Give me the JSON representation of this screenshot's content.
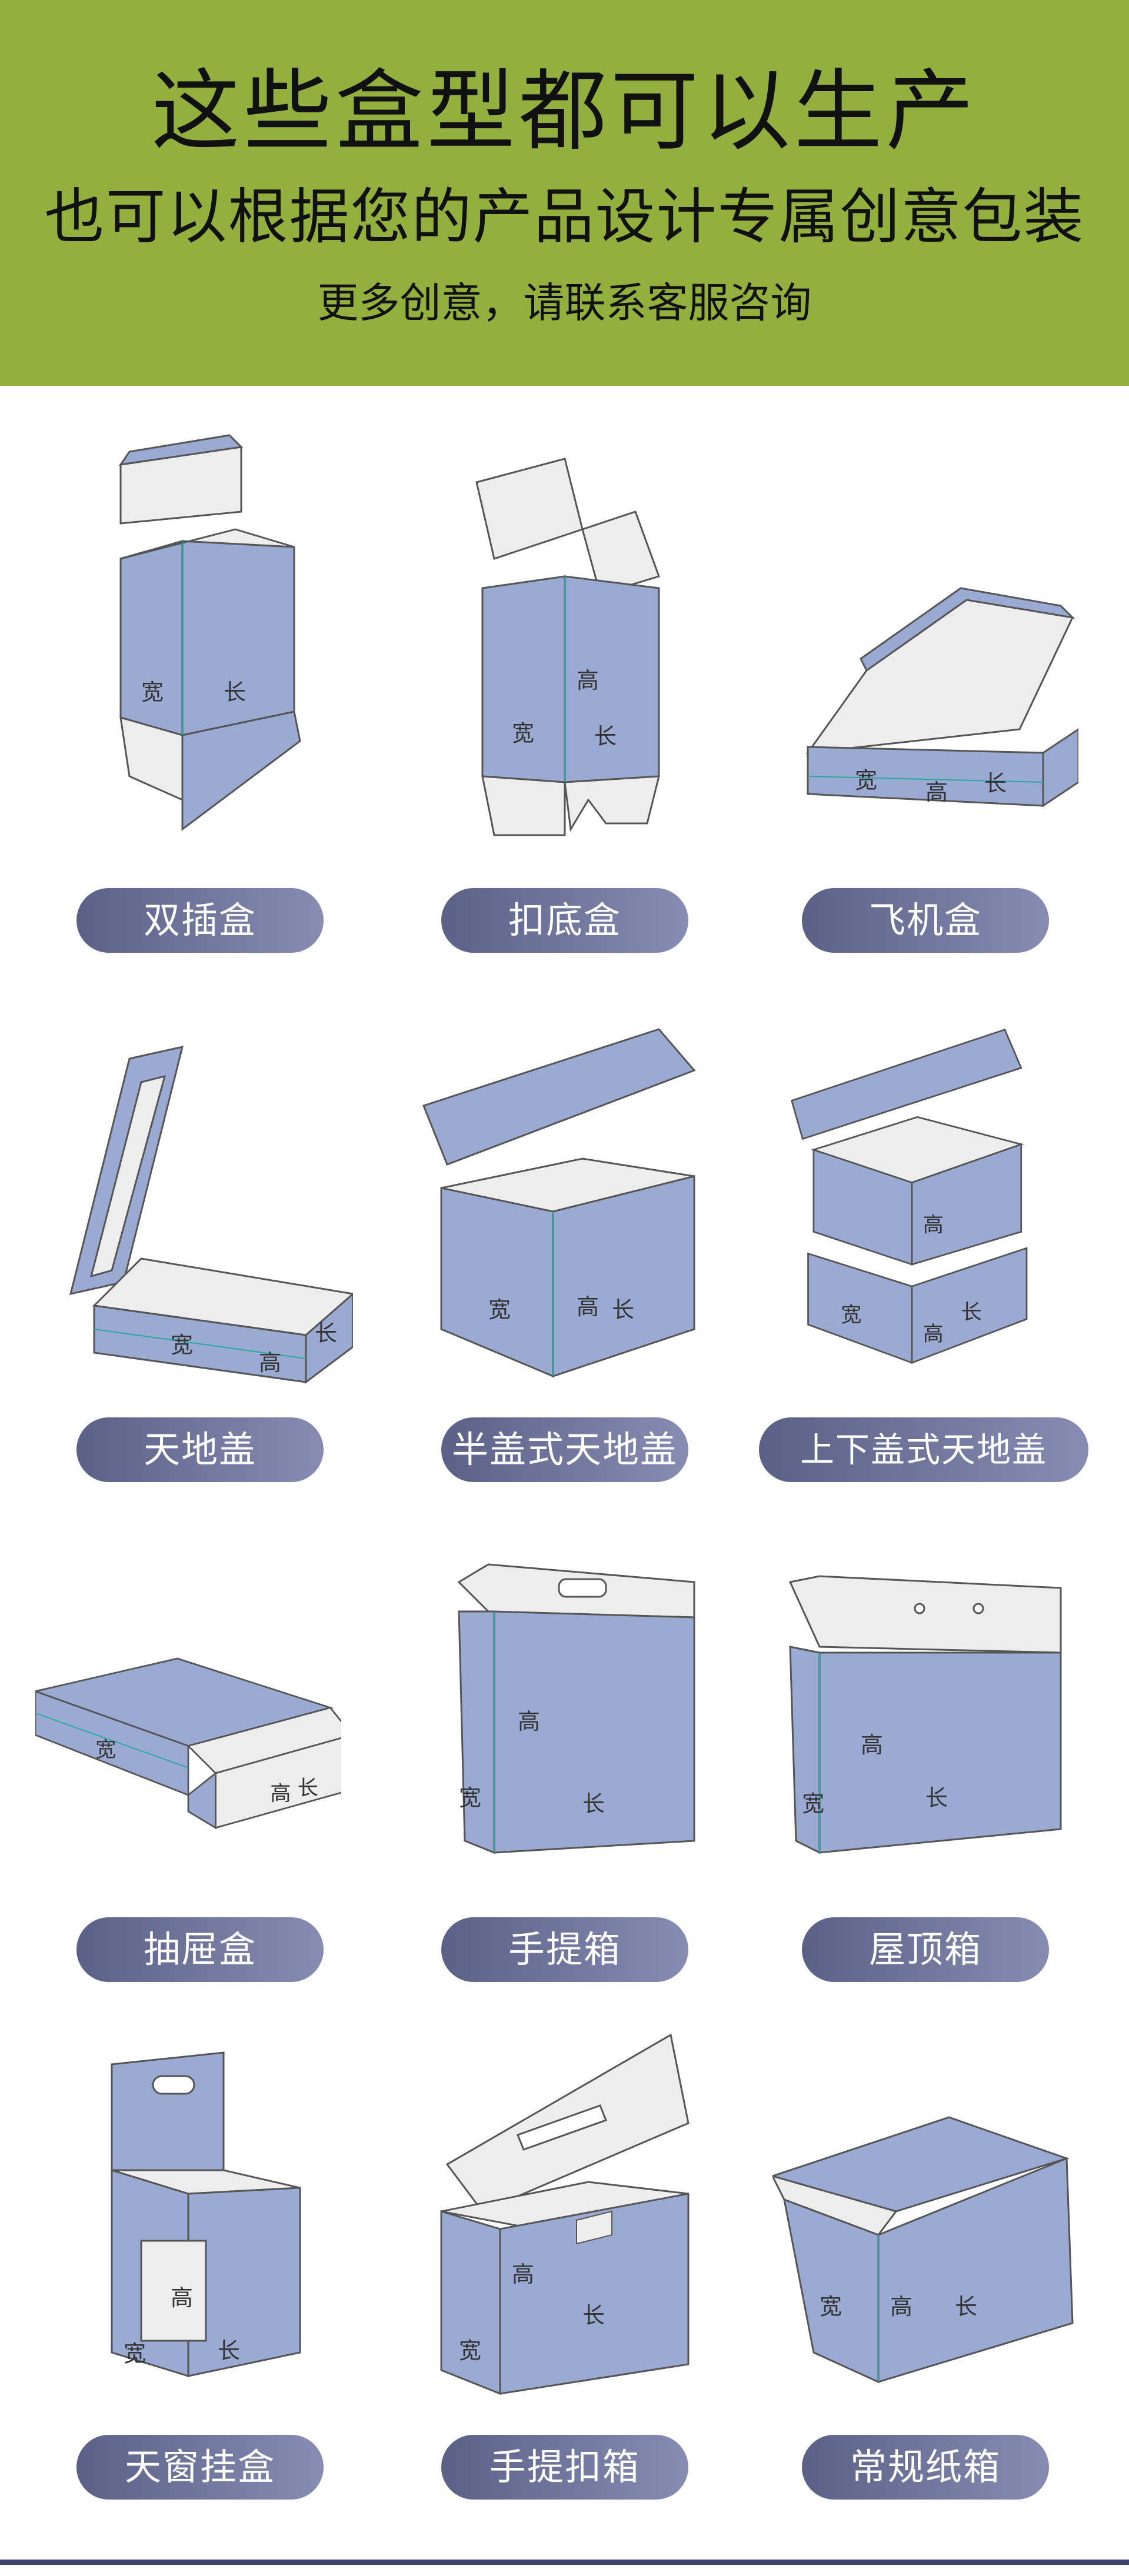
{
  "header": {
    "title": "这些盒型都可以生产",
    "subtitle": "也可以根据您的产品设计专属创意包装",
    "contact": "更多创意，请联系客服咨询"
  },
  "dims": {
    "width": "宽",
    "length": "长",
    "height": "高"
  },
  "colors": {
    "header_bg": "#93b03f",
    "box_face": "#9aaad2",
    "box_inner": "#ededed",
    "pill_left": "#5b6086",
    "pill_right": "#868cb2"
  },
  "boxes": [
    {
      "label": "双插盒"
    },
    {
      "label": "扣底盒"
    },
    {
      "label": "飞机盒"
    },
    {
      "label": "天地盖"
    },
    {
      "label": "半盖式天地盖"
    },
    {
      "label": "上下盖式天地盖"
    },
    {
      "label": "抽屉盒"
    },
    {
      "label": "手提箱"
    },
    {
      "label": "屋顶箱"
    },
    {
      "label": "天窗挂盒"
    },
    {
      "label": "手提扣箱"
    },
    {
      "label": "常规纸箱"
    }
  ]
}
